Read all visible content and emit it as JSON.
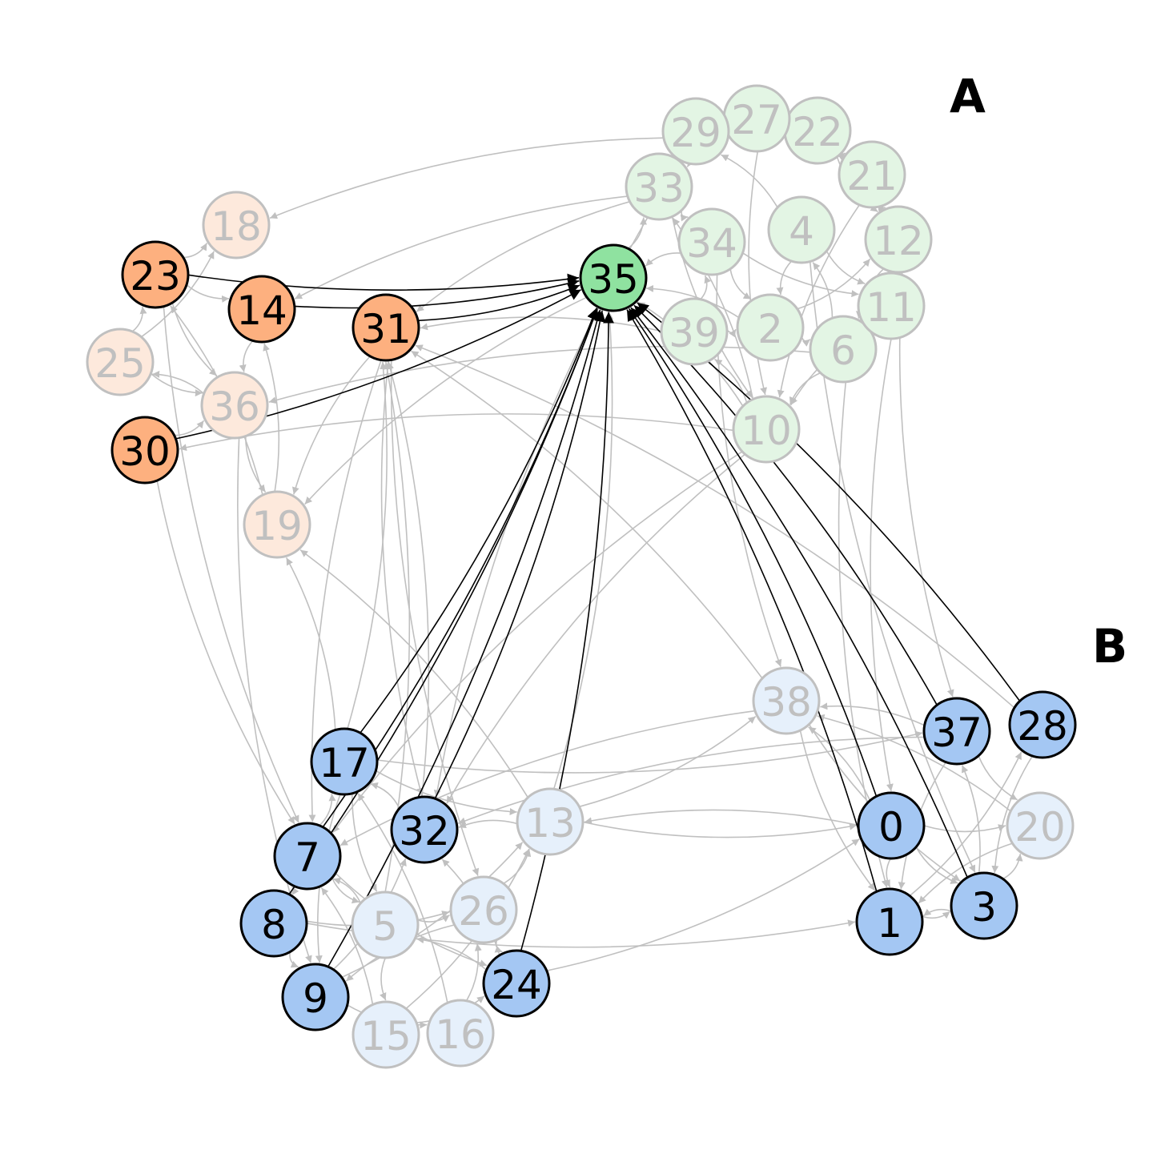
{
  "panel_labels": {
    "a": "A",
    "b": "B"
  },
  "colors": {
    "orange_active": "#fdb07f",
    "orange_faded": "#fde9dc",
    "green_active": "#8fe2a0",
    "green_faded": "#e3f5e4",
    "blue_active": "#a4c7f3",
    "blue_faded": "#e6f0fb",
    "edge_active": "#000000",
    "edge_faded": "#c0c0c0",
    "stroke_active": "#000000",
    "stroke_faded": "#c0c0c0",
    "text_active": "#000000",
    "text_faded": "#c0c0c0"
  },
  "nodes": [
    {
      "id": "0",
      "group": "blue",
      "active": true
    },
    {
      "id": "1",
      "group": "blue",
      "active": true
    },
    {
      "id": "2",
      "group": "green",
      "active": false
    },
    {
      "id": "3",
      "group": "blue",
      "active": true
    },
    {
      "id": "4",
      "group": "green",
      "active": false
    },
    {
      "id": "5",
      "group": "blue",
      "active": false
    },
    {
      "id": "6",
      "group": "green",
      "active": false
    },
    {
      "id": "7",
      "group": "blue",
      "active": true
    },
    {
      "id": "8",
      "group": "blue",
      "active": true
    },
    {
      "id": "9",
      "group": "blue",
      "active": true
    },
    {
      "id": "10",
      "group": "green",
      "active": false
    },
    {
      "id": "11",
      "group": "green",
      "active": false
    },
    {
      "id": "12",
      "group": "green",
      "active": false
    },
    {
      "id": "13",
      "group": "blue",
      "active": false
    },
    {
      "id": "14",
      "group": "orange",
      "active": true
    },
    {
      "id": "15",
      "group": "blue",
      "active": false
    },
    {
      "id": "16",
      "group": "blue",
      "active": false
    },
    {
      "id": "17",
      "group": "blue",
      "active": true
    },
    {
      "id": "18",
      "group": "orange",
      "active": false
    },
    {
      "id": "19",
      "group": "orange",
      "active": false
    },
    {
      "id": "20",
      "group": "blue",
      "active": false
    },
    {
      "id": "21",
      "group": "green",
      "active": false
    },
    {
      "id": "22",
      "group": "green",
      "active": false
    },
    {
      "id": "23",
      "group": "orange",
      "active": true
    },
    {
      "id": "24",
      "group": "blue",
      "active": true
    },
    {
      "id": "25",
      "group": "orange",
      "active": false
    },
    {
      "id": "26",
      "group": "blue",
      "active": false
    },
    {
      "id": "27",
      "group": "green",
      "active": false
    },
    {
      "id": "28",
      "group": "blue",
      "active": true
    },
    {
      "id": "29",
      "group": "green",
      "active": false
    },
    {
      "id": "30",
      "group": "orange",
      "active": true
    },
    {
      "id": "31",
      "group": "orange",
      "active": true
    },
    {
      "id": "32",
      "group": "blue",
      "active": true
    },
    {
      "id": "33",
      "group": "green",
      "active": false
    },
    {
      "id": "34",
      "group": "green",
      "active": false
    },
    {
      "id": "35",
      "group": "green",
      "active": true
    },
    {
      "id": "36",
      "group": "orange",
      "active": false
    },
    {
      "id": "37",
      "group": "blue",
      "active": true
    },
    {
      "id": "38",
      "group": "blue",
      "active": false
    },
    {
      "id": "39",
      "group": "green",
      "active": false
    }
  ],
  "active_edges": [
    [
      "23",
      "35"
    ],
    [
      "14",
      "35"
    ],
    [
      "31",
      "35"
    ],
    [
      "30",
      "35"
    ],
    [
      "17",
      "35"
    ],
    [
      "7",
      "35"
    ],
    [
      "8",
      "35"
    ],
    [
      "32",
      "35"
    ],
    [
      "9",
      "35"
    ],
    [
      "24",
      "35"
    ],
    [
      "0",
      "35"
    ],
    [
      "1",
      "35"
    ],
    [
      "3",
      "35"
    ],
    [
      "37",
      "35"
    ],
    [
      "28",
      "35"
    ]
  ],
  "faded_edges": [
    [
      "29",
      "18"
    ],
    [
      "23",
      "18"
    ],
    [
      "25",
      "18"
    ],
    [
      "23",
      "14"
    ],
    [
      "23",
      "36"
    ],
    [
      "25",
      "23"
    ],
    [
      "36",
      "25"
    ],
    [
      "30",
      "36"
    ],
    [
      "36",
      "19"
    ],
    [
      "19",
      "14"
    ],
    [
      "14",
      "36"
    ],
    [
      "19",
      "23"
    ],
    [
      "30",
      "7"
    ],
    [
      "23",
      "7"
    ],
    [
      "36",
      "9"
    ],
    [
      "25",
      "36"
    ],
    [
      "33",
      "14"
    ],
    [
      "33",
      "31"
    ],
    [
      "31",
      "19"
    ],
    [
      "31",
      "7"
    ],
    [
      "31",
      "32"
    ],
    [
      "32",
      "31"
    ],
    [
      "5",
      "31"
    ],
    [
      "31",
      "26"
    ],
    [
      "17",
      "31"
    ],
    [
      "39",
      "31"
    ],
    [
      "6",
      "36"
    ],
    [
      "38",
      "31"
    ],
    [
      "28",
      "31"
    ],
    [
      "10",
      "30"
    ],
    [
      "29",
      "22"
    ],
    [
      "27",
      "33"
    ],
    [
      "22",
      "21"
    ],
    [
      "21",
      "12"
    ],
    [
      "12",
      "11"
    ],
    [
      "4",
      "29"
    ],
    [
      "33",
      "34"
    ],
    [
      "34",
      "2"
    ],
    [
      "2",
      "6"
    ],
    [
      "6",
      "10"
    ],
    [
      "10",
      "39"
    ],
    [
      "39",
      "34"
    ],
    [
      "4",
      "2"
    ],
    [
      "11",
      "10"
    ],
    [
      "12",
      "6"
    ],
    [
      "21",
      "10"
    ],
    [
      "27",
      "10"
    ],
    [
      "33",
      "10"
    ],
    [
      "22",
      "12"
    ],
    [
      "4",
      "11"
    ],
    [
      "2",
      "12"
    ],
    [
      "34",
      "11"
    ],
    [
      "10",
      "33"
    ],
    [
      "39",
      "2"
    ],
    [
      "6",
      "4"
    ],
    [
      "29",
      "33"
    ],
    [
      "35",
      "33"
    ],
    [
      "34",
      "35"
    ],
    [
      "2",
      "35"
    ],
    [
      "10",
      "35"
    ],
    [
      "35",
      "19"
    ],
    [
      "11",
      "0"
    ],
    [
      "12",
      "37"
    ],
    [
      "6",
      "1"
    ],
    [
      "4",
      "3"
    ],
    [
      "34",
      "38"
    ],
    [
      "10",
      "7"
    ],
    [
      "10",
      "32"
    ],
    [
      "13",
      "35"
    ],
    [
      "33",
      "32"
    ],
    [
      "17",
      "13"
    ],
    [
      "17",
      "5"
    ],
    [
      "17",
      "9"
    ],
    [
      "7",
      "17"
    ],
    [
      "7",
      "5"
    ],
    [
      "7",
      "24"
    ],
    [
      "8",
      "7"
    ],
    [
      "8",
      "9"
    ],
    [
      "8",
      "26"
    ],
    [
      "9",
      "32"
    ],
    [
      "9",
      "16"
    ],
    [
      "9",
      "13"
    ],
    [
      "15",
      "7"
    ],
    [
      "15",
      "24"
    ],
    [
      "16",
      "26"
    ],
    [
      "16",
      "17"
    ],
    [
      "5",
      "7"
    ],
    [
      "5",
      "26"
    ],
    [
      "26",
      "24"
    ],
    [
      "26",
      "13"
    ],
    [
      "24",
      "32"
    ],
    [
      "24",
      "5"
    ],
    [
      "13",
      "32"
    ],
    [
      "13",
      "38"
    ],
    [
      "13",
      "0"
    ],
    [
      "8",
      "1"
    ],
    [
      "32",
      "17"
    ],
    [
      "5",
      "15"
    ],
    [
      "26",
      "9"
    ],
    [
      "15",
      "13"
    ],
    [
      "17",
      "19"
    ],
    [
      "13",
      "19"
    ],
    [
      "38",
      "1"
    ],
    [
      "38",
      "3"
    ],
    [
      "37",
      "38"
    ],
    [
      "37",
      "1"
    ],
    [
      "37",
      "32"
    ],
    [
      "0",
      "1"
    ],
    [
      "0",
      "20"
    ],
    [
      "0",
      "3"
    ],
    [
      "1",
      "3"
    ],
    [
      "3",
      "1"
    ],
    [
      "3",
      "20"
    ],
    [
      "3",
      "37"
    ],
    [
      "20",
      "1"
    ],
    [
      "20",
      "38"
    ],
    [
      "1",
      "28"
    ],
    [
      "0",
      "38"
    ],
    [
      "17",
      "37"
    ],
    [
      "24",
      "0"
    ],
    [
      "28",
      "3"
    ],
    [
      "37",
      "20"
    ],
    [
      "0",
      "13"
    ],
    [
      "38",
      "7"
    ]
  ]
}
